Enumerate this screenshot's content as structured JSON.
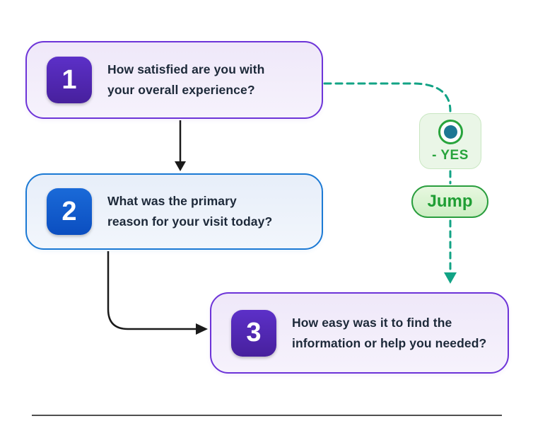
{
  "flow": {
    "title_hint": "survey-branch-logic-flowchart",
    "questions": [
      {
        "number": "1",
        "text": "How satisfied are you with\nyour overall experience?",
        "theme": "purple"
      },
      {
        "number": "2",
        "text": "What was the primary\nreason for your visit today?",
        "theme": "blue"
      },
      {
        "number": "3",
        "text": "How easy was it to find the\ninformation or help you needed?",
        "theme": "purple"
      }
    ],
    "branch": {
      "answer_label": "- YES",
      "action_label": "Jump",
      "radio_state": "selected"
    }
  },
  "colors": {
    "purple_border": "#6d34d8",
    "purple_badge": "#4f27b0",
    "blue_border": "#1b79d4",
    "blue_badge": "#1059c9",
    "green_accent": "#28a43c",
    "teal_dash": "#12a385",
    "radio_dot_teal": "#1d7793",
    "question_text": "#1d2939",
    "connector_black": "#1a1a1a"
  }
}
